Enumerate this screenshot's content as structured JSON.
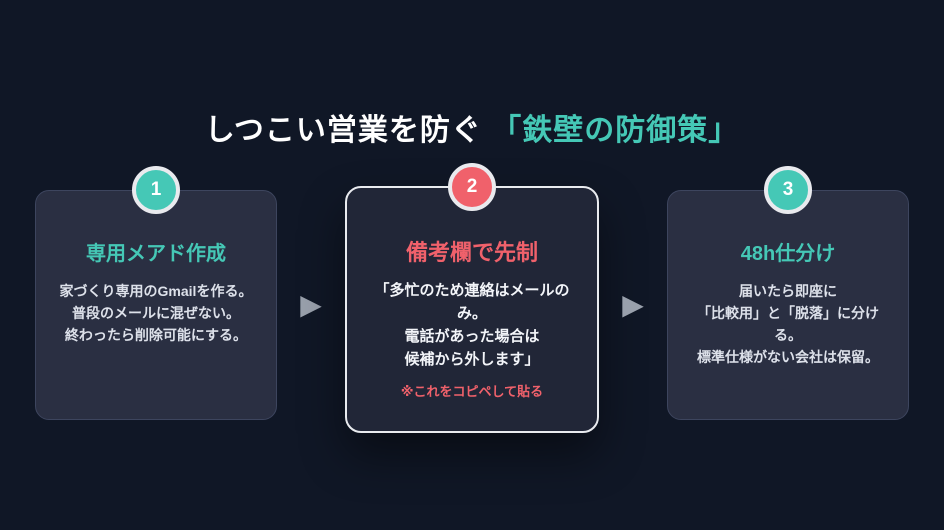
{
  "page": {
    "background_color": "#101726",
    "accent_teal": "#45c8b6",
    "accent_coral": "#f0616b",
    "card_bg": "#2a2f42",
    "highlight_card_bg": "#212637",
    "highlight_card_border": "#e9ebef"
  },
  "title": {
    "plain": "しつこい営業を防ぐ",
    "highlight": "「鉄壁の防御策」"
  },
  "steps": [
    {
      "number": "1",
      "badge_color": "#45c8b6",
      "heading": "専用メアド作成",
      "heading_color": "#45c8b6",
      "lines": [
        "家づくり専用のGmailを作る。",
        "普段のメールに混ぜない。",
        "終わったら削除可能にする。"
      ],
      "highlighted": false
    },
    {
      "number": "2",
      "badge_color": "#f0616b",
      "heading": "備考欄で先制",
      "heading_color": "#f0616b",
      "lines": [
        "「多忙のため連絡はメールの",
        "み。",
        "電話があった場合は",
        "候補から外します」"
      ],
      "note": "※これをコピペして貼る",
      "highlighted": true
    },
    {
      "number": "3",
      "badge_color": "#45c8b6",
      "heading": "48h仕分け",
      "heading_color": "#45c8b6",
      "lines": [
        "届いたら即座に",
        "「比較用」と「脱落」に分け",
        "る。",
        "標準仕様がない会社は保留。"
      ],
      "highlighted": false
    }
  ],
  "arrow": {
    "glyph": "▶",
    "color": "#99a0ac"
  }
}
